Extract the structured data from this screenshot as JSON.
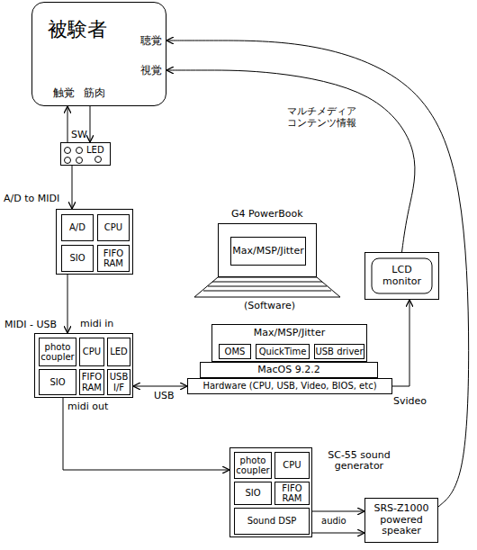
{
  "diagram": {
    "nodes": [
      {
        "text": [
          "被験者",
          "聴覚",
          "視覚",
          "触覚",
          "筋肉"
        ]
      },
      {
        "text": [
          "SW",
          "LED"
        ]
      },
      {
        "text": [
          "A/D to MIDI"
        ]
      },
      {
        "text": [
          "A/D"
        ],
        "in": 2
      },
      {
        "text": [
          "CPU"
        ],
        "in": 2
      },
      {
        "text": [
          "SIO"
        ],
        "in": 2
      },
      {
        "text": [
          "FIFO RAM"
        ],
        "in": 2
      },
      {
        "text": [
          "G4 PowerBook"
        ]
      },
      {
        "text": [
          "Max/MSP/Jitter"
        ],
        "in": 7
      },
      {
        "text": [
          "LCD monitor"
        ]
      },
      {
        "text": [
          "MIDI - USB"
        ]
      },
      {
        "text": [
          "photo coupler"
        ],
        "in": 10
      },
      {
        "text": [
          "CPU"
        ],
        "in": 10
      },
      {
        "text": [
          "LED"
        ],
        "in": 10
      },
      {
        "text": [
          "SIO"
        ],
        "in": 10
      },
      {
        "text": [
          "FIFO RAM"
        ],
        "in": 10
      },
      {
        "text": [
          "USB I/F"
        ],
        "in": 10
      },
      {
        "text": [
          "Max/MSP/Jitter"
        ]
      },
      {
        "text": [
          "OMS"
        ],
        "in": 17
      },
      {
        "text": [
          "QuickTime"
        ],
        "in": 17
      },
      {
        "text": [
          "USB driver"
        ],
        "in": 17
      },
      {
        "text": [
          "MacOS 9.2.2"
        ]
      },
      {
        "text": [
          "Hardware (CPU, USB, Video, BIOS, etc)"
        ]
      },
      {
        "text": [
          "SC-55 sound generator"
        ]
      },
      {
        "text": [
          "photo coupler"
        ],
        "in": 23
      },
      {
        "text": [
          "CPU"
        ],
        "in": 23
      },
      {
        "text": [
          "SIO"
        ],
        "in": 23
      },
      {
        "text": [
          "FIFO RAM"
        ],
        "in": 23
      },
      {
        "text": [
          "Sound DSP"
        ],
        "in": 23
      },
      {
        "text": [
          "SRS-Z1000 powered speaker"
        ]
      }
    ],
    "edges": [
      {
        "from": 1,
        "to": 0,
        "arrow": "to"
      },
      {
        "from": 0,
        "to": 1,
        "arrow": "to"
      },
      {
        "from": 1,
        "to": 2,
        "arrow": "to"
      },
      {
        "from": 2,
        "to": 10,
        "arrow": "to"
      },
      {
        "from": 10,
        "to": 22,
        "label": "USB",
        "arrow": "both"
      },
      {
        "from": 10,
        "to": 23,
        "arrow": "to"
      },
      {
        "from": 22,
        "to": 9,
        "label": "Svideo",
        "arrow": "to"
      },
      {
        "from": 23,
        "to": 29,
        "label": "audio",
        "arrow": "to"
      },
      {
        "from": 23,
        "to": 29,
        "arrow": "to"
      },
      {
        "from": 29,
        "to": 0,
        "arrow": "to"
      },
      {
        "from": 9,
        "to": 0,
        "arrow": "to"
      }
    ],
    "labels": [
      "マルチメディア コンテンツ情報",
      "midi in",
      "midi out",
      "(Software)"
    ]
  }
}
